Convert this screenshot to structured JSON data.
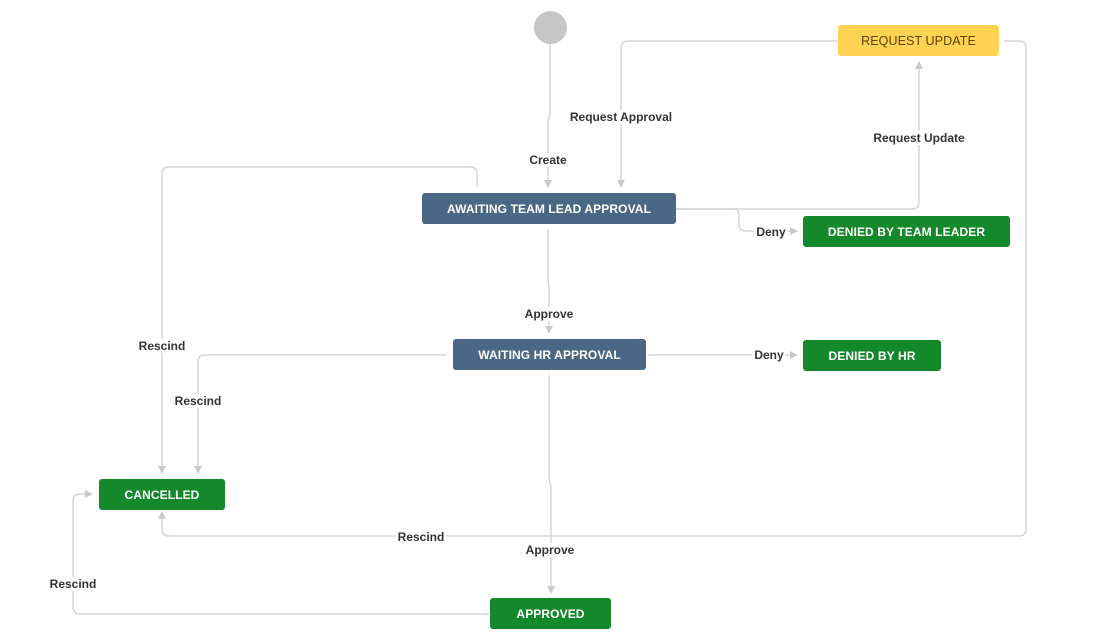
{
  "statuses": {
    "awaiting_team_lead_approval": "AWAITING TEAM LEAD APPROVAL",
    "waiting_hr_approval": "WAITING HR APPROVAL",
    "request_update": "REQUEST UPDATE",
    "denied_by_team_leader": "DENIED BY TEAM LEADER",
    "denied_by_hr": "DENIED BY HR",
    "cancelled": "CANCELLED",
    "approved": "APPROVED"
  },
  "transitions": {
    "create": "Create",
    "request_approval": "Request Approval",
    "request_update": "Request Update",
    "deny_team_lead": "Deny",
    "approve_team_lead": "Approve",
    "deny_hr": "Deny",
    "rescind_team_lead": "Rescind",
    "rescind_hr": "Rescind",
    "rescind_request_update": "Rescind",
    "approve_hr": "Approve",
    "rescind_approved": "Rescind"
  },
  "colors": {
    "in_progress": "#4a6785",
    "done": "#14892c",
    "to_do": "#ffd351",
    "start": "#c6c6c6",
    "connector": "#cccccc"
  }
}
